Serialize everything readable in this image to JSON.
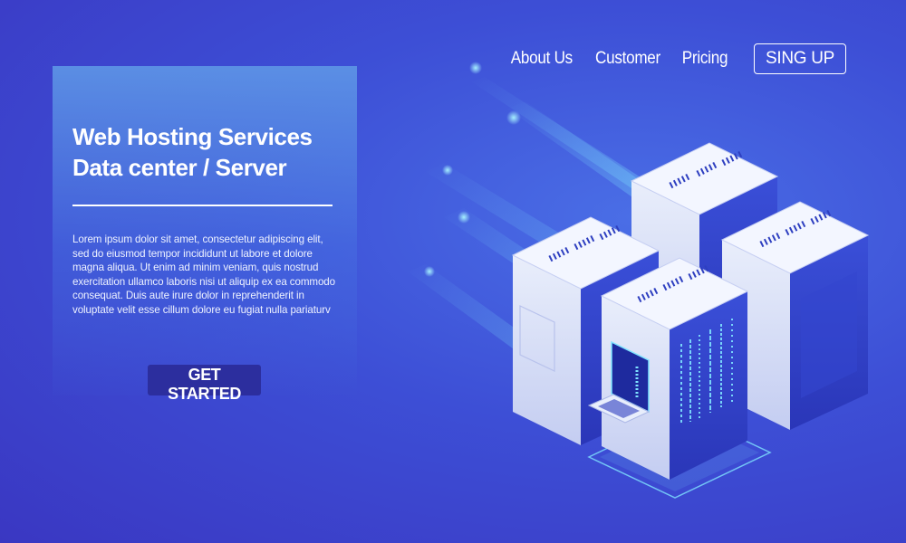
{
  "nav": {
    "links": [
      "About Us",
      "Customer",
      "Pricing"
    ],
    "signup_label": "SING UP"
  },
  "hero": {
    "title_line1": "Web Hosting Services",
    "title_line2": "Data center / Server",
    "body": "Lorem ipsum dolor sit amet, consectetur adipiscing elit, sed do eiusmod tempor incididunt ut labore et dolore magna aliqua. Ut enim ad minim veniam, quis nostrud exercitation ullamco laboris nisi ut aliquip ex ea commodo consequat. Duis aute irure dolor in reprehenderit in voluptate velit esse cillum dolore eu fugiat nulla pariaturv",
    "cta_label": "GET STARTED"
  },
  "colors": {
    "background": "#3d4fd6",
    "panel": "#5e96e6",
    "button": "#2c2e9e",
    "server_light": "#e8eefc",
    "server_dark": "#2f3fcf",
    "glow": "#7fe3ff"
  },
  "illustration": {
    "name": "isometric-server-racks"
  }
}
